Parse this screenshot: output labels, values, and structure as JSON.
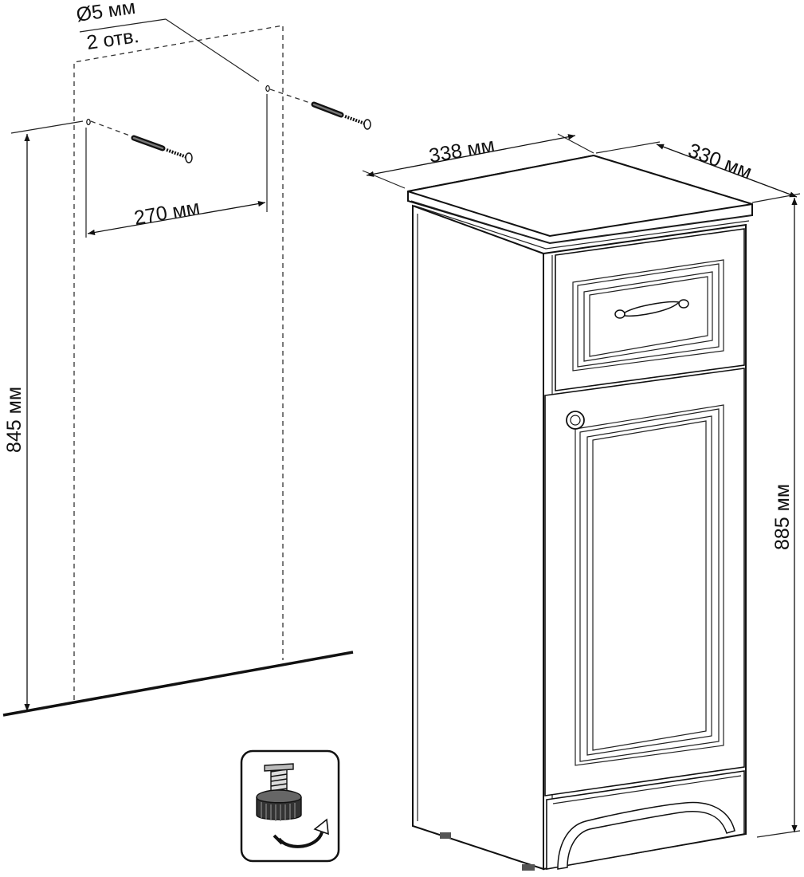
{
  "diagram": {
    "hole_label_line1": "Ø5 мм",
    "hole_label_line2": "2 отв.",
    "hole_spacing_label": "270 мм",
    "mount_height_label": "845 мм",
    "cabinet_width_label": "338 мм",
    "cabinet_depth_label": "330 мм",
    "cabinet_height_label": "885 мм"
  }
}
